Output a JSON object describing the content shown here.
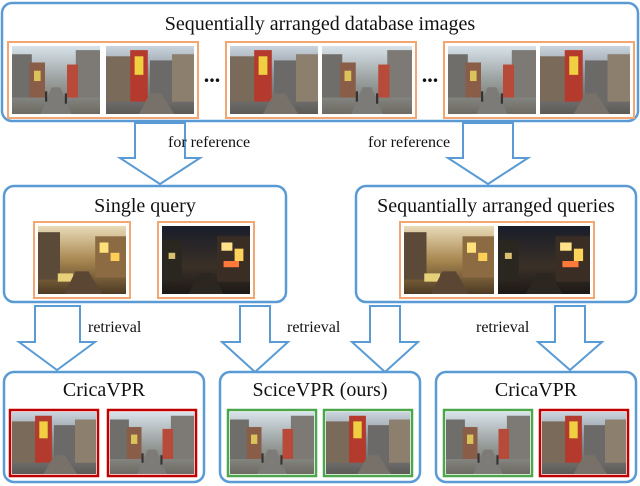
{
  "top": {
    "title": "Sequentially arranged database images",
    "ellipsis": "..."
  },
  "arrows": {
    "reference_left": "for reference",
    "reference_right": "for reference",
    "retrieval_left": "retrieval",
    "retrieval_mid": "retrieval",
    "retrieval_right": "retrieval"
  },
  "single_query": {
    "title": "Single query"
  },
  "seq_queries": {
    "title": "Sequantially arranged queries"
  },
  "result_left": {
    "title": "CricaVPR"
  },
  "result_mid": {
    "title": "SciceVPR (ours)"
  },
  "result_right": {
    "title": "CricaVPR"
  },
  "colors": {
    "box_border": "#5b9bd5",
    "orange_frame": "#f4a672",
    "wrong_frame": "#c00000",
    "correct_frame": "#4ca64c"
  }
}
